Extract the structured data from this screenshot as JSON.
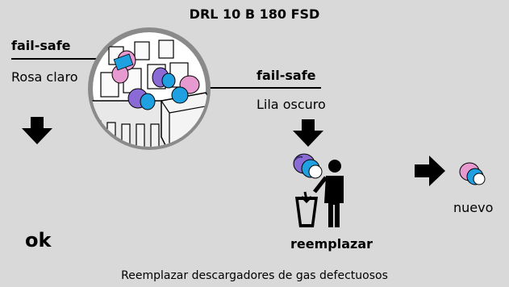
{
  "title": "DRL 10 B 180 FSD",
  "left_label": {
    "tag": "fail-safe",
    "color_name": "Rosa claro"
  },
  "right_label": {
    "tag": "fail-safe",
    "color_name": "Lila oscuro"
  },
  "result_ok": "ok",
  "action_replace": "reemplazar",
  "new_label": "nuevo",
  "caption": "Reemplazar descargadores de gas defectuosos",
  "colors": {
    "background": "#d9d9d9",
    "ring": "#8a8a8a",
    "pink": "#e79ad0",
    "purple": "#8a6bd6",
    "blue": "#1fa0e0"
  }
}
